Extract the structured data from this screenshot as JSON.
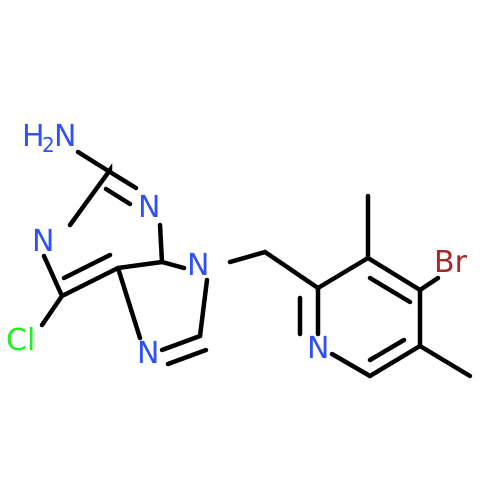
{
  "molecule": {
    "atoms": {
      "amine_h": "H",
      "amine_sub": "2",
      "amine_n": "N",
      "n1": "N",
      "n3": "N",
      "n7": "N",
      "n9": "N",
      "py_n": "N",
      "cl": "Cl",
      "br": "Br"
    }
  },
  "colors": {
    "bond": "#000000",
    "nitrogen": "#3050F8",
    "chlorine": "#1FF01F",
    "bromine": "#A62929"
  }
}
